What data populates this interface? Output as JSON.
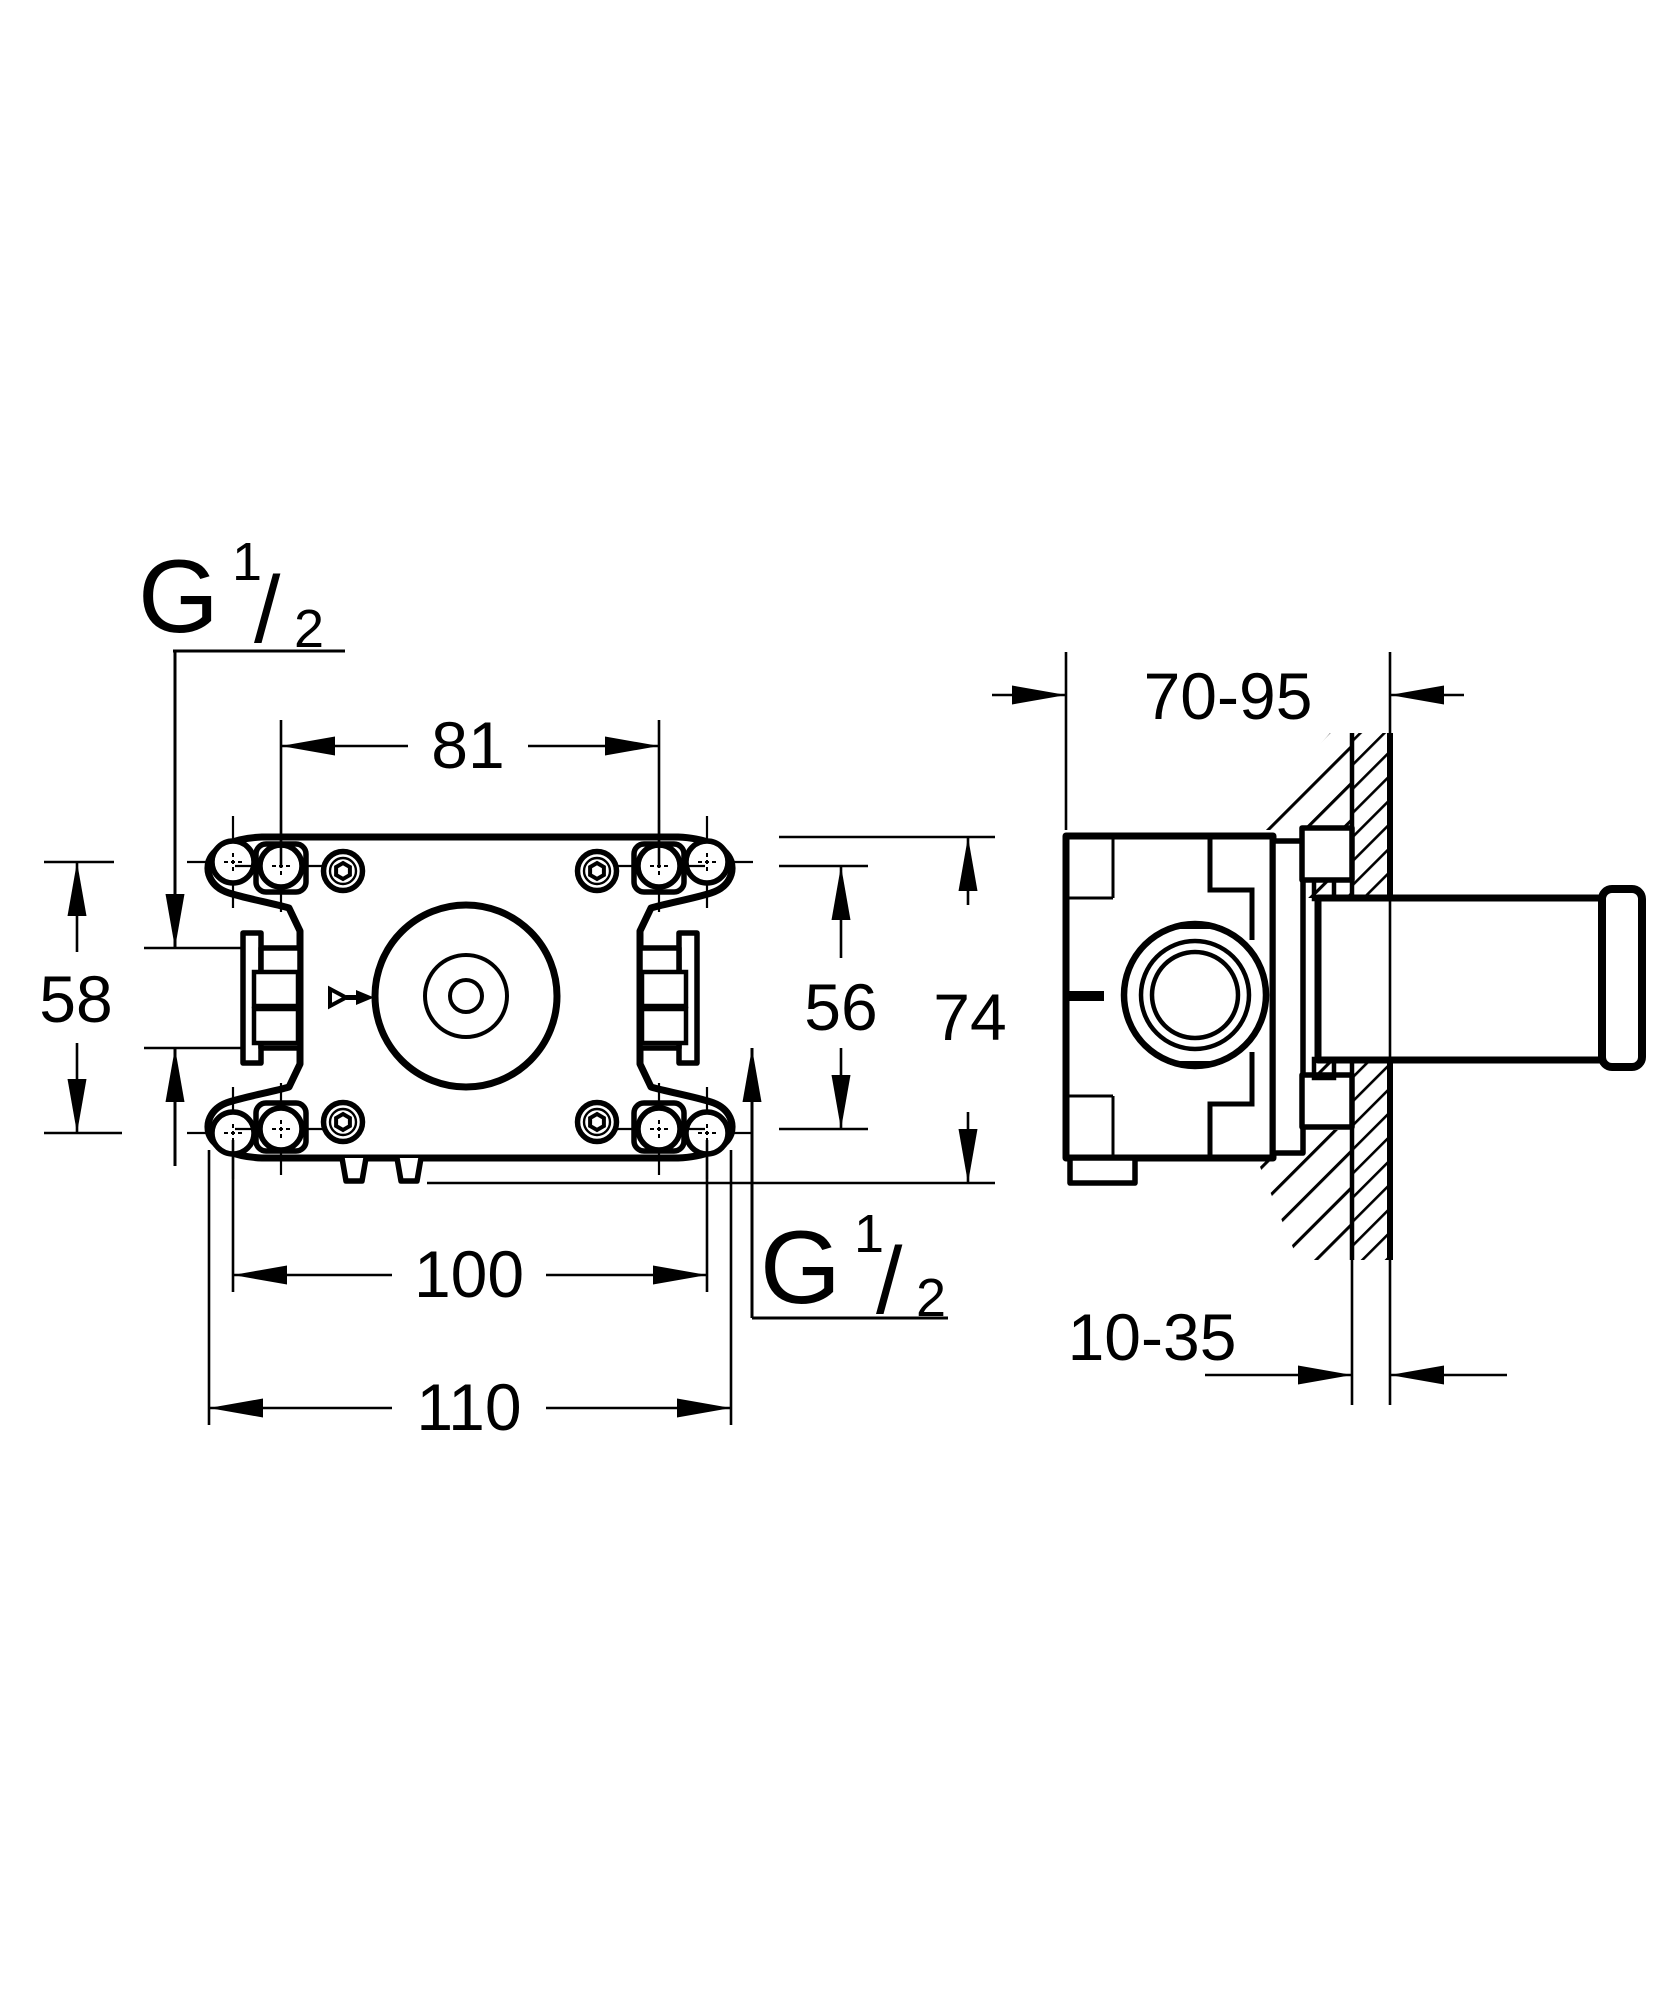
{
  "front_view": {
    "dim_top_hole_spacing": "81",
    "dim_left_hole_spacing": "58",
    "dim_right_inner_height": "56",
    "dim_body_height": "74",
    "dim_bottom_hole_spacing": "100",
    "dim_bottom_outer_spacing": "110",
    "thread_top": {
      "g": "G",
      "numerator": "1",
      "slash": "/",
      "denominator": "2"
    },
    "thread_bottom": {
      "g": "G",
      "numerator": "1",
      "slash": "/",
      "denominator": "2"
    }
  },
  "side_view": {
    "dim_depth_range": "70-95",
    "dim_wall_range": "10-35"
  }
}
